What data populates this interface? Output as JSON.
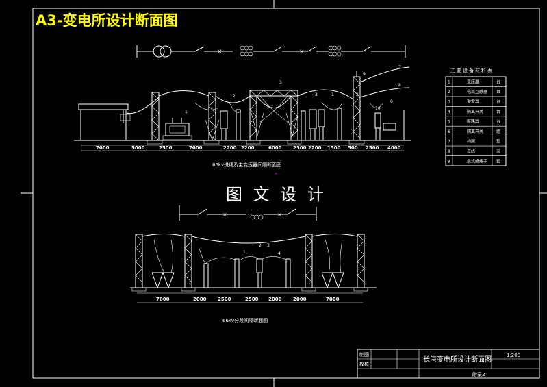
{
  "sheet_title": "A3-变电所设计断面图",
  "watermark": "图 文 设 计",
  "section_top": {
    "caption": "66kv进线及主变压器间隔断面图",
    "dims": [
      "7000",
      "5000",
      "2500",
      "7000",
      "2200",
      "2200",
      "6000",
      "2500",
      "2200",
      "1500",
      "500",
      "2500",
      "4000"
    ],
    "callouts": [
      "1",
      "2",
      "3",
      "3",
      "1",
      "2",
      "6",
      "7",
      "8",
      "9",
      "10"
    ]
  },
  "section_bottom": {
    "caption": "66kv分段间隔断面图",
    "dims": [
      "7000",
      "2000",
      "2500",
      "2500",
      "2000",
      "2000",
      "7000"
    ],
    "callouts": [
      "1",
      "2",
      "3",
      "4"
    ]
  },
  "legend": {
    "title": "主要设备材料表",
    "rows": [
      {
        "no": "1",
        "name": "变压器",
        "unit": "台"
      },
      {
        "no": "2",
        "name": "电流互感器",
        "unit": "台"
      },
      {
        "no": "3",
        "name": "避雷器",
        "unit": "台"
      },
      {
        "no": "4",
        "name": "隔离开关",
        "unit": "台"
      },
      {
        "no": "5",
        "name": "断路器",
        "unit": "台"
      },
      {
        "no": "6",
        "name": "隔离开关",
        "unit": "组"
      },
      {
        "no": "7",
        "name": "构架",
        "unit": "套"
      },
      {
        "no": "8",
        "name": "母线",
        "unit": "米"
      },
      {
        "no": "9",
        "name": "悬式绝缘子",
        "unit": "套"
      }
    ]
  },
  "title_block": {
    "drawn_label": "制图",
    "checked_label": "校核",
    "project": "长港变电所设计断面图",
    "scale": "1:200",
    "sheet": "附录2"
  },
  "colors": {
    "title": "#ffff00",
    "lines": "#ffffff",
    "marker": "#ff00ff",
    "background": "#000000"
  }
}
